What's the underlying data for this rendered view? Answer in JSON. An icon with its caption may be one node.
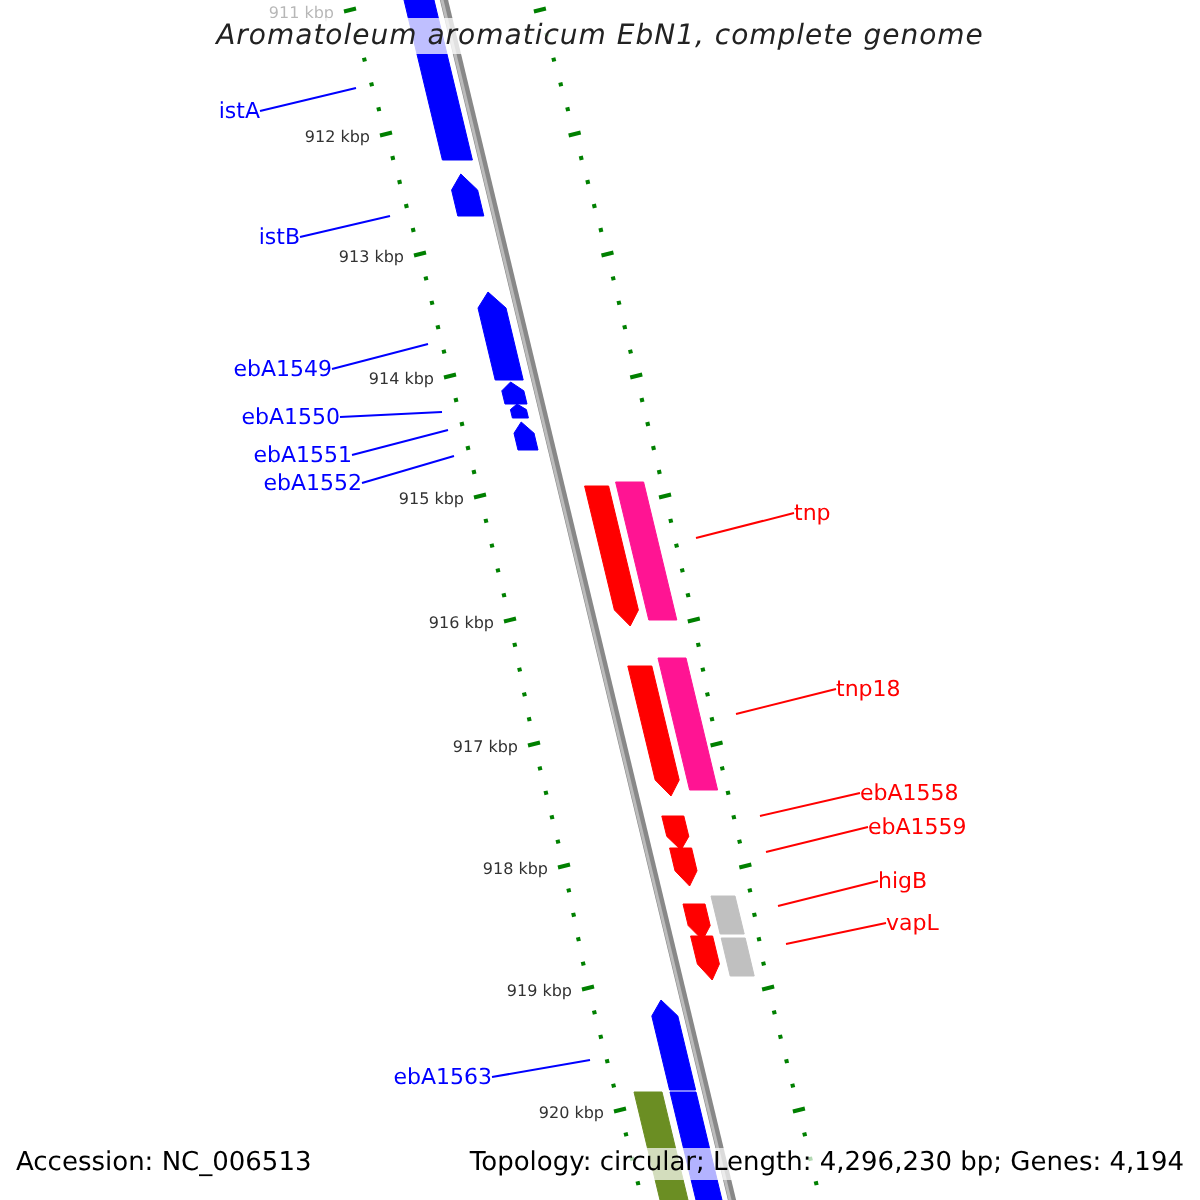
{
  "diagram": {
    "title": "Aromatoleum aromaticum EbN1, complete genome",
    "nodes": [
      {
        "text": [
          "istA"
        ]
      },
      {
        "text": [
          "istB"
        ]
      },
      {
        "text": [
          "ebA1549"
        ]
      },
      {
        "text": [
          "ebA1550"
        ]
      },
      {
        "text": [
          "ebA1551"
        ]
      },
      {
        "text": [
          "ebA1552"
        ]
      },
      {
        "text": [
          "tnp"
        ]
      },
      {
        "text": [
          "tnp18"
        ]
      },
      {
        "text": [
          "ebA1558"
        ]
      },
      {
        "text": [
          "ebA1559"
        ]
      },
      {
        "text": [
          "higB"
        ]
      },
      {
        "text": [
          "vapL"
        ]
      },
      {
        "text": [
          "ebA1563"
        ]
      }
    ],
    "edges": [
      {
        "from": 0,
        "to": null,
        "arrow": "none"
      },
      {
        "from": 1,
        "to": null,
        "arrow": "none"
      },
      {
        "from": 2,
        "to": null,
        "arrow": "none"
      },
      {
        "from": 3,
        "to": null,
        "arrow": "none"
      },
      {
        "from": 4,
        "to": null,
        "arrow": "none"
      },
      {
        "from": 5,
        "to": null,
        "arrow": "none"
      },
      {
        "from": 6,
        "to": null,
        "arrow": "none",
        "color": "#ff0000"
      },
      {
        "from": 7,
        "to": null,
        "arrow": "none",
        "color": "#ff0000"
      },
      {
        "from": 8,
        "to": null,
        "arrow": "none",
        "color": "#ff0000"
      },
      {
        "from": 9,
        "to": null,
        "arrow": "none",
        "color": "#ff0000"
      },
      {
        "from": 10,
        "to": null,
        "arrow": "none",
        "color": "#ff0000"
      },
      {
        "from": 11,
        "to": null,
        "arrow": "none",
        "color": "#ff0000"
      },
      {
        "from": 12,
        "to": null,
        "arrow": "none"
      }
    ],
    "labels": [
      "911 kbp",
      "912 kbp",
      "913 kbp",
      "914 kbp",
      "915 kbp",
      "916 kbp",
      "917 kbp",
      "918 kbp",
      "919 kbp",
      "920 kbp",
      "Accession: NC_006513",
      "Topology: circular; Length: 4,296,230 bp; Genes: 4,194"
    ]
  }
}
